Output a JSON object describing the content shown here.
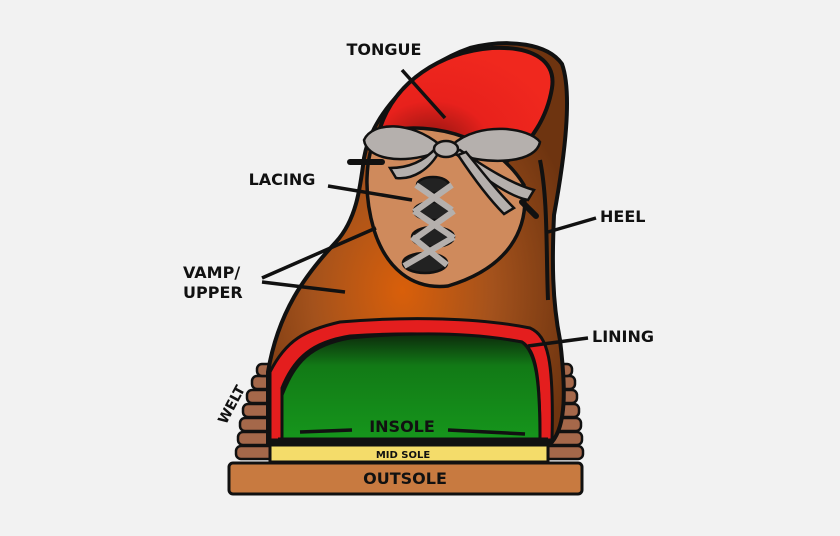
{
  "labels": {
    "tongue": "TONGUE",
    "lacing": "LACING",
    "heel": "HEEL",
    "vamp_line1": "VAMP/",
    "vamp_line2": "UPPER",
    "lining": "LINING",
    "welt": "WELT",
    "insole": "INSOLE",
    "mid_sole": "MID SOLE",
    "outsole": "OUTSOLE"
  },
  "colors": {
    "background": "#f2f2f2",
    "outline": "#111111",
    "leather": "#a0521c",
    "leather_dark": "#6e3410",
    "leather_glow": "#d8600c",
    "vamp_panel": "#cf8a5c",
    "tongue_red": "#e8211c",
    "lining_red": "#e41e1e",
    "insole_green": "#138a18",
    "midsole_yellow": "#f4dc6a",
    "outsole_brown": "#c87a40",
    "welt_brown": "#a5684a",
    "lace_gray": "#b5b0ad"
  }
}
